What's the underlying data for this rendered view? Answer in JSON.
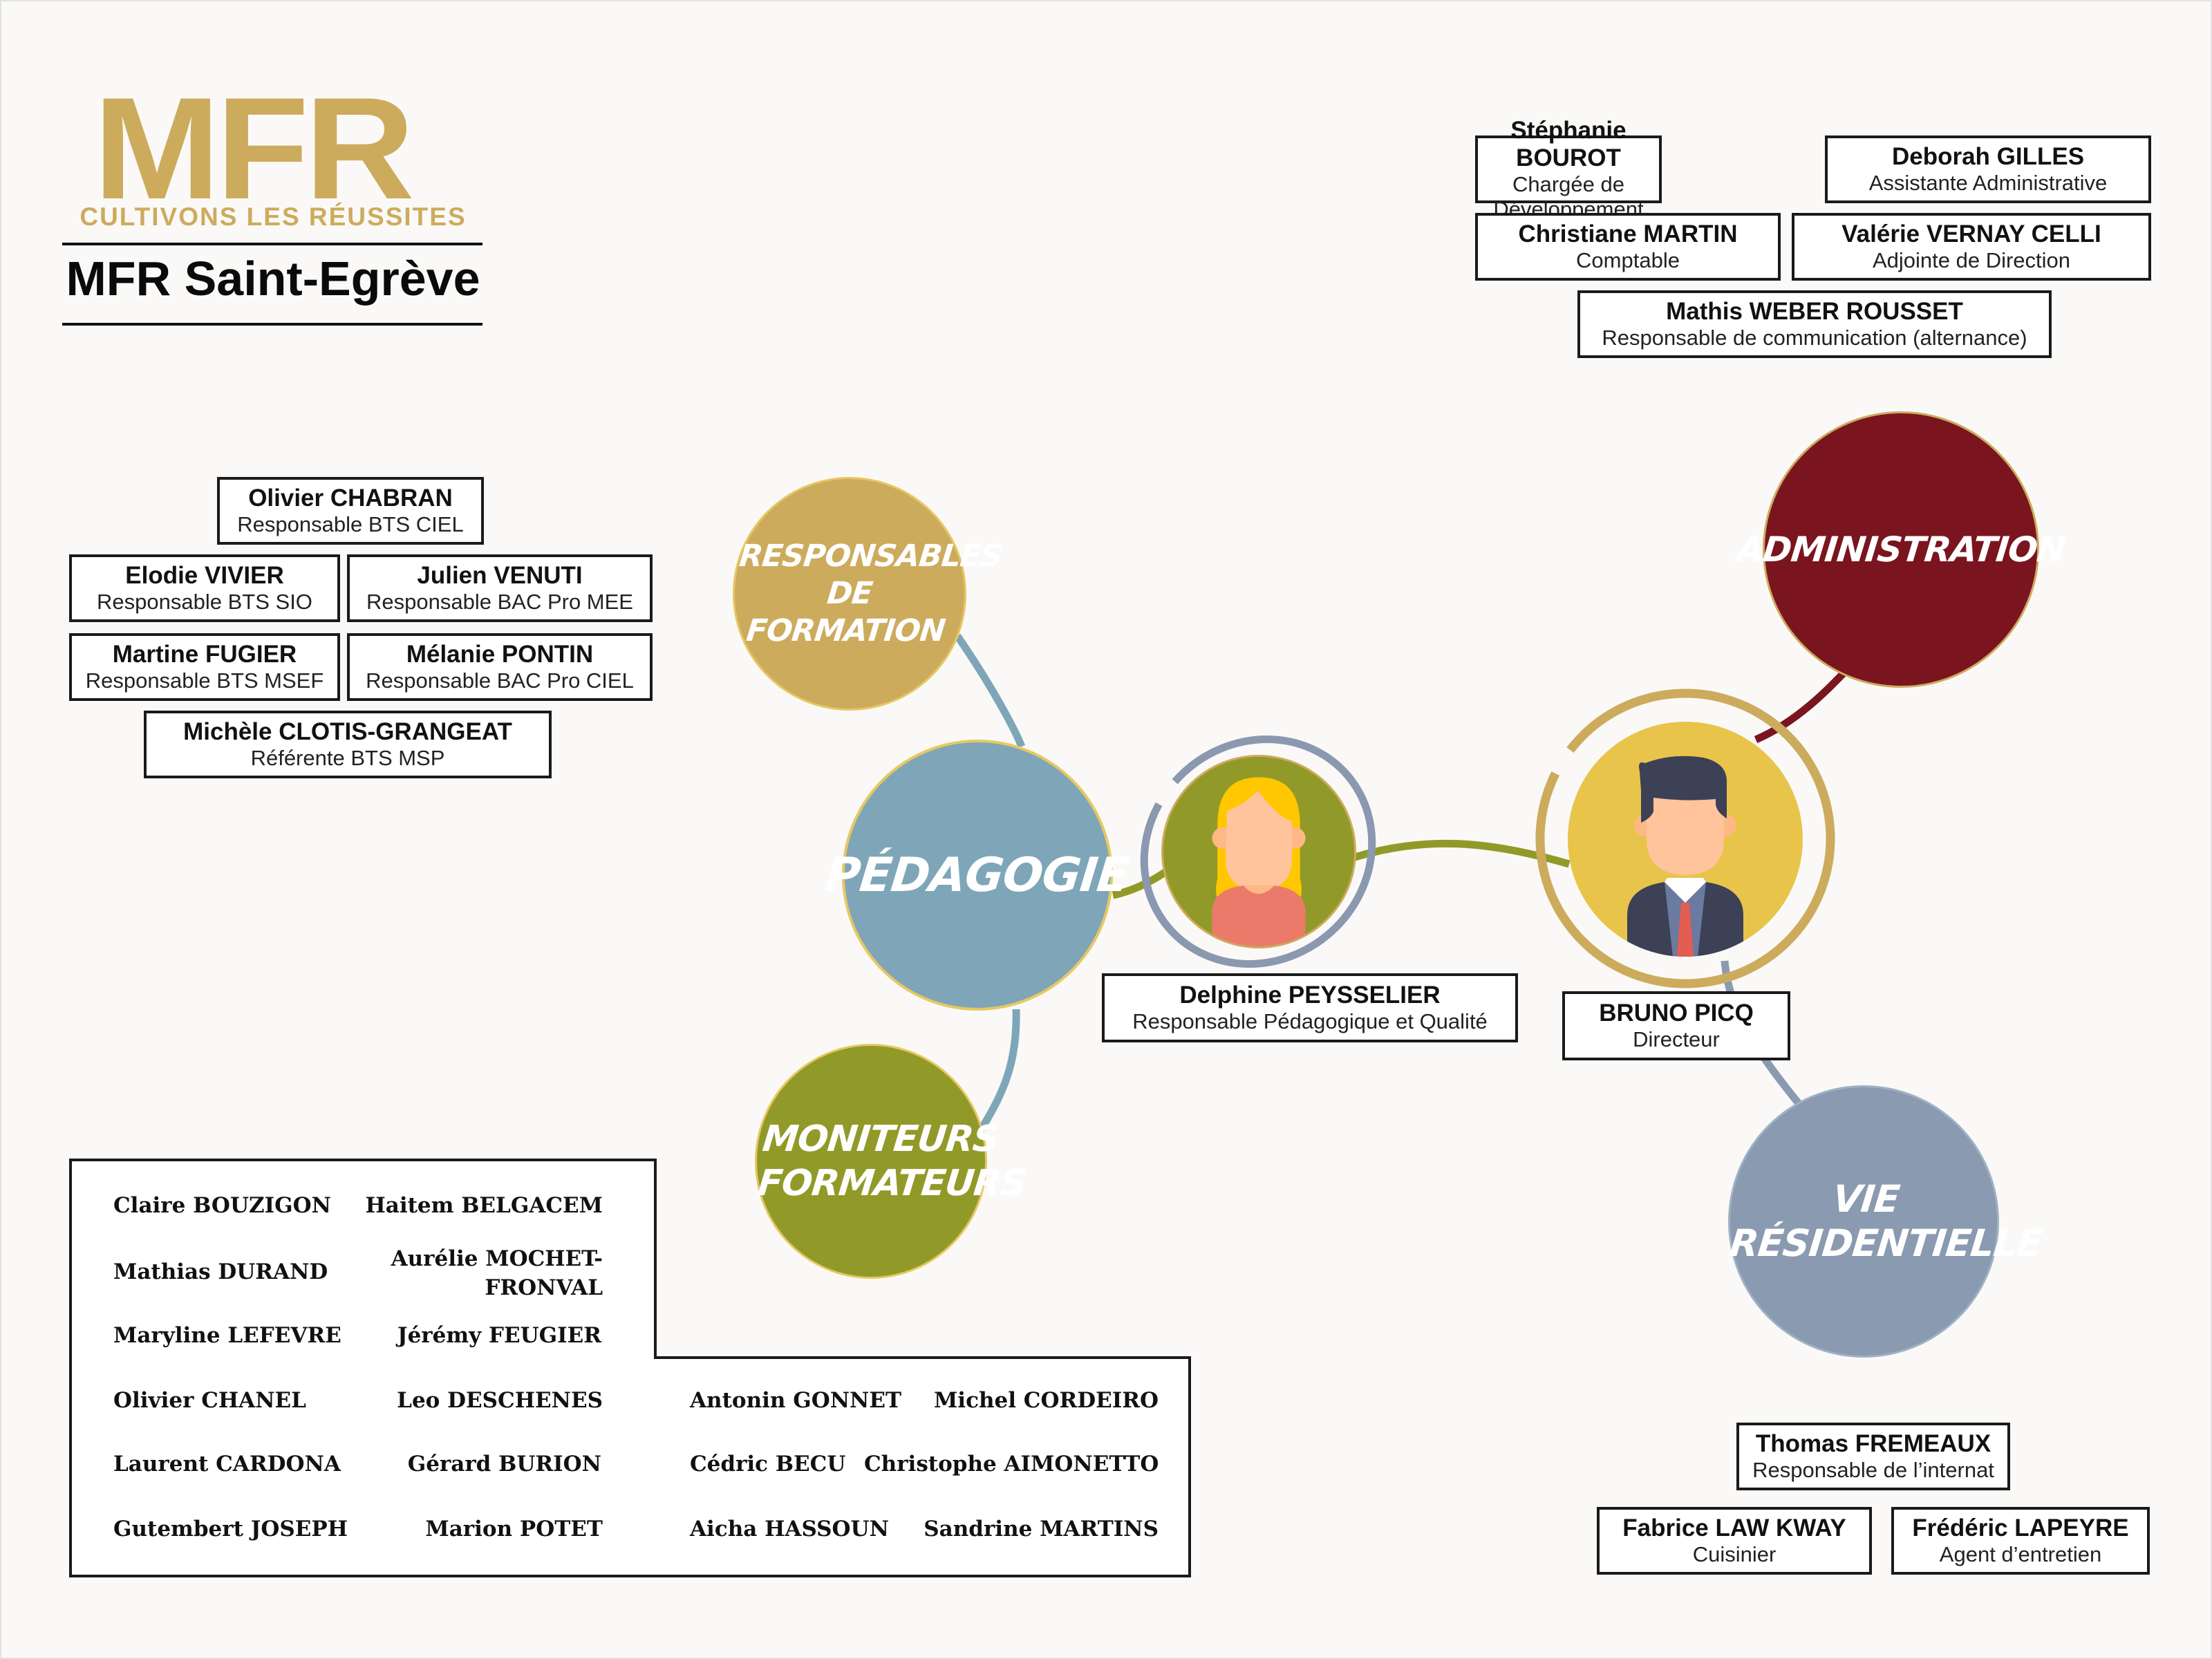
{
  "header": {
    "logo_text": "MFR",
    "tagline": "CULTIVONS LES RÉUSSITES",
    "school_name": "MFR Saint-Egrève"
  },
  "colors": {
    "gold": "#cdab5d",
    "administration": "#7a1520",
    "pedagogie": "#7ea6b8",
    "responsables": "#cdab5d",
    "moniteurs": "#919a28",
    "vie_residentielle": "#8a9ab0",
    "director_bg": "#e8c44a",
    "delphine_bg": "#919a28"
  },
  "departments": {
    "responsables_formation": "RESPONSABLES DE FORMATION",
    "pedagogie": "PÉDAGOGIE",
    "moniteurs_formateurs": "MONITEURS FORMATEURS",
    "administration": "ADMINISTRATION",
    "vie_residentielle": "VIE RÉSIDENTIELLE"
  },
  "director": {
    "name": "BRUNO PICQ",
    "role": "Directeur"
  },
  "pedagogical_lead": {
    "name": "Delphine PEYSSELIER",
    "role": "Responsable Pédagogique et Qualité"
  },
  "administration_staff": [
    {
      "name": "Stéphanie BOUROT",
      "role": "Chargée de Développement"
    },
    {
      "name": "Deborah GILLES",
      "role": "Assistante Administrative"
    },
    {
      "name": "Christiane MARTIN",
      "role": "Comptable"
    },
    {
      "name": "Valérie VERNAY CELLI",
      "role": "Adjointe de Direction"
    },
    {
      "name": "Mathis WEBER ROUSSET",
      "role": "Responsable de communication (alternance)"
    }
  ],
  "responsables_staff": [
    {
      "name": "Olivier CHABRAN",
      "role": "Responsable BTS CIEL"
    },
    {
      "name": "Elodie VIVIER",
      "role": "Responsable BTS SIO"
    },
    {
      "name": "Julien VENUTI",
      "role": "Responsable BAC Pro MEE"
    },
    {
      "name": "Martine FUGIER",
      "role": "Responsable BTS MSEF"
    },
    {
      "name": "Mélanie PONTIN",
      "role": "Responsable BAC Pro CIEL"
    },
    {
      "name": "Michèle CLOTIS-GRANGEAT",
      "role": "Référente BTS MSP"
    }
  ],
  "residential_staff": [
    {
      "name": "Thomas FREMEAUX",
      "role": "Responsable de l’internat"
    },
    {
      "name": "Fabrice LAW KWAY",
      "role": "Cuisinier"
    },
    {
      "name": "Frédéric LAPEYRE",
      "role": "Agent d’entretien"
    }
  ],
  "moniteurs_staff": [
    "Claire BOUZIGON",
    "Haitem BELGACEM",
    "Mathias DURAND",
    "Aurélie MOCHET-FRONVAL",
    "Maryline LEFEVRE",
    "Jérémy FEUGIER",
    "Olivier CHANEL",
    "Leo DESCHENES",
    "Laurent CARDONA",
    "Gérard BURION",
    "Gutembert JOSEPH",
    "Marion POTET",
    "Antonin GONNET",
    "Michel CORDEIRO",
    "Cédric BECU",
    "Christophe AIMONETTO",
    "Aicha HASSOUN",
    "Sandrine MARTINS"
  ]
}
